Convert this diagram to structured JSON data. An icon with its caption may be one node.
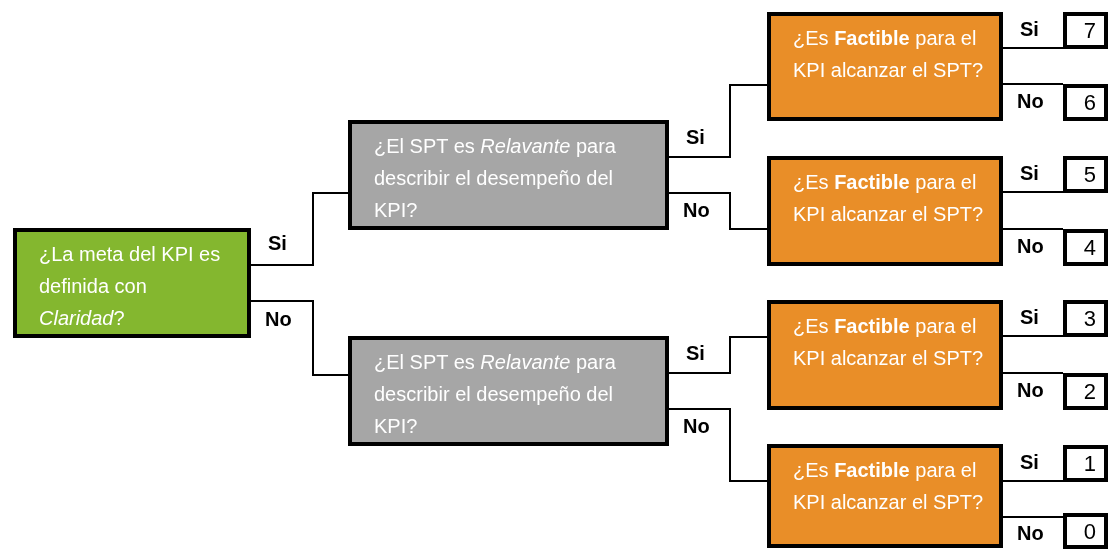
{
  "diagram": {
    "nodes": [
      {
        "text": [
          "¿La meta del KPI es definida con *Claridad*?"
        ]
      },
      {
        "text": [
          "¿El SPT es *Relavante* para describir el desempeño del KPI?"
        ]
      },
      {
        "text": [
          "¿El SPT es *Relavante* para describir el desempeño del KPI?"
        ]
      },
      {
        "text": [
          "¿Es **Factible** para el KPI alcanzar el SPT?"
        ]
      },
      {
        "text": [
          "¿Es **Factible** para el KPI alcanzar el SPT?"
        ]
      },
      {
        "text": [
          "¿Es **Factible** para el KPI alcanzar el SPT?"
        ]
      },
      {
        "text": [
          "¿Es **Factible** para el KPI alcanzar el SPT?"
        ]
      },
      {
        "text": [
          "7"
        ]
      },
      {
        "text": [
          "6"
        ]
      },
      {
        "text": [
          "5"
        ]
      },
      {
        "text": [
          "4"
        ]
      },
      {
        "text": [
          "3"
        ]
      },
      {
        "text": [
          "2"
        ]
      },
      {
        "text": [
          "1"
        ]
      },
      {
        "text": [
          "0"
        ]
      }
    ],
    "edges": [
      {
        "from": 0,
        "to": 1,
        "arrow": "none",
        "label": "Si"
      },
      {
        "from": 0,
        "to": 2,
        "arrow": "none",
        "label": "No"
      },
      {
        "from": 1,
        "to": 3,
        "arrow": "none",
        "label": "Si"
      },
      {
        "from": 1,
        "to": 4,
        "arrow": "none",
        "label": "No"
      },
      {
        "from": 2,
        "to": 5,
        "arrow": "none",
        "label": "Si"
      },
      {
        "from": 2,
        "to": 6,
        "arrow": "none",
        "label": "No"
      },
      {
        "from": 3,
        "to": 7,
        "arrow": "none",
        "label": "Si"
      },
      {
        "from": 3,
        "to": 8,
        "arrow": "none",
        "label": "No"
      },
      {
        "from": 4,
        "to": 9,
        "arrow": "none",
        "label": "Si"
      },
      {
        "from": 4,
        "to": 10,
        "arrow": "none",
        "label": "No"
      },
      {
        "from": 5,
        "to": 11,
        "arrow": "none",
        "label": "Si"
      },
      {
        "from": 5,
        "to": 12,
        "arrow": "none",
        "label": "No"
      },
      {
        "from": 6,
        "to": 13,
        "arrow": "none",
        "label": "Si"
      },
      {
        "from": 6,
        "to": 14,
        "arrow": "none",
        "label": "No"
      }
    ]
  }
}
